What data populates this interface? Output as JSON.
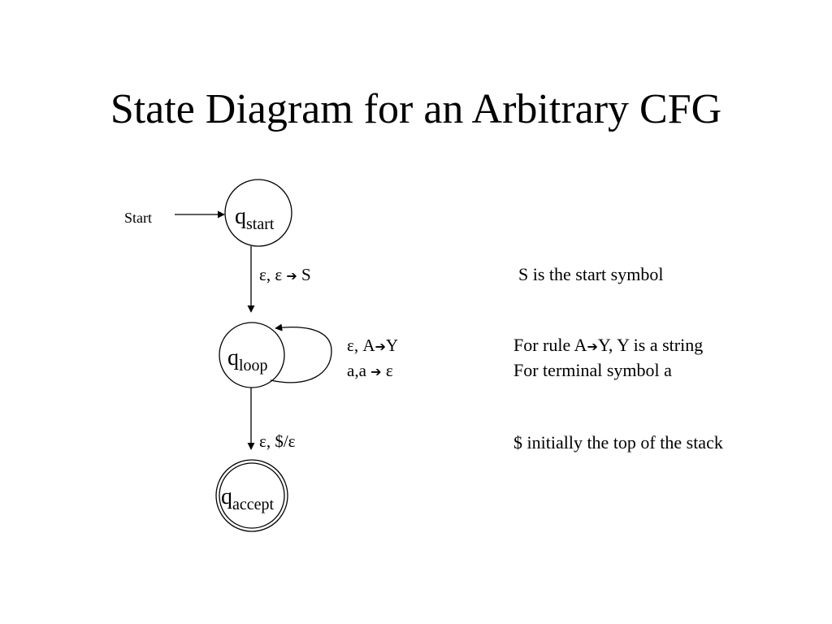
{
  "title": "State Diagram for an Arbitrary CFG",
  "start_label": "Start",
  "states": {
    "start": {
      "base": "q",
      "sub": "start"
    },
    "loop": {
      "base": "q",
      "sub": "loop"
    },
    "accept": {
      "base": "q",
      "sub": "accept"
    }
  },
  "transitions": {
    "start_to_loop": {
      "left": "ε, ε",
      "arrow": "➔",
      "right": "S"
    },
    "self_loop_rule": {
      "left": "ε, A",
      "arrow": "➔",
      "right": "Y"
    },
    "self_loop_terminal": {
      "left": "a,a",
      "arrow": "➔",
      "right": "ε"
    },
    "loop_to_accept": "ε, $/ε"
  },
  "notes": {
    "start_symbol": "S is the start symbol",
    "rule": {
      "left": "For rule A",
      "arrow": "➔",
      "right": "Y, Y is a string"
    },
    "terminal": "For terminal symbol a",
    "stack": "$ initially the top of the stack"
  }
}
